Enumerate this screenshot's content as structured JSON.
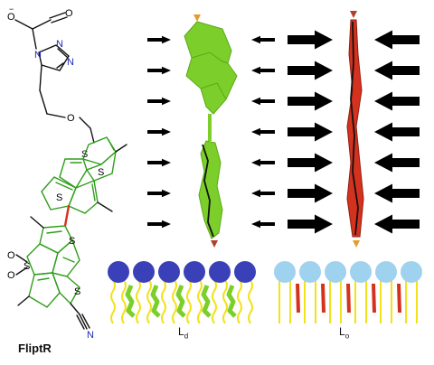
{
  "molecule": {
    "name": "FliptR",
    "atom_labels": [
      "O",
      "O",
      "N",
      "N",
      "N",
      "O",
      "S",
      "S",
      "S",
      "S",
      "S",
      "O",
      "O",
      "S",
      "N"
    ],
    "charge": "−"
  },
  "phases": {
    "left": {
      "symbol": "L",
      "subscript": "d"
    },
    "right": {
      "symbol": "L",
      "subscript": "o"
    }
  },
  "colors": {
    "green_flipper": "#7ccf2a",
    "red_flipper": "#d4321e",
    "lipid_head": "#3a40b8",
    "lipid_head_light": "#9fd2ee",
    "lipid_tail": "#f2e21a",
    "arrow": "#000000",
    "bond_accent": "#d4321e"
  },
  "arrows": {
    "left_group_rows": 7,
    "right_group_rows": 7
  }
}
